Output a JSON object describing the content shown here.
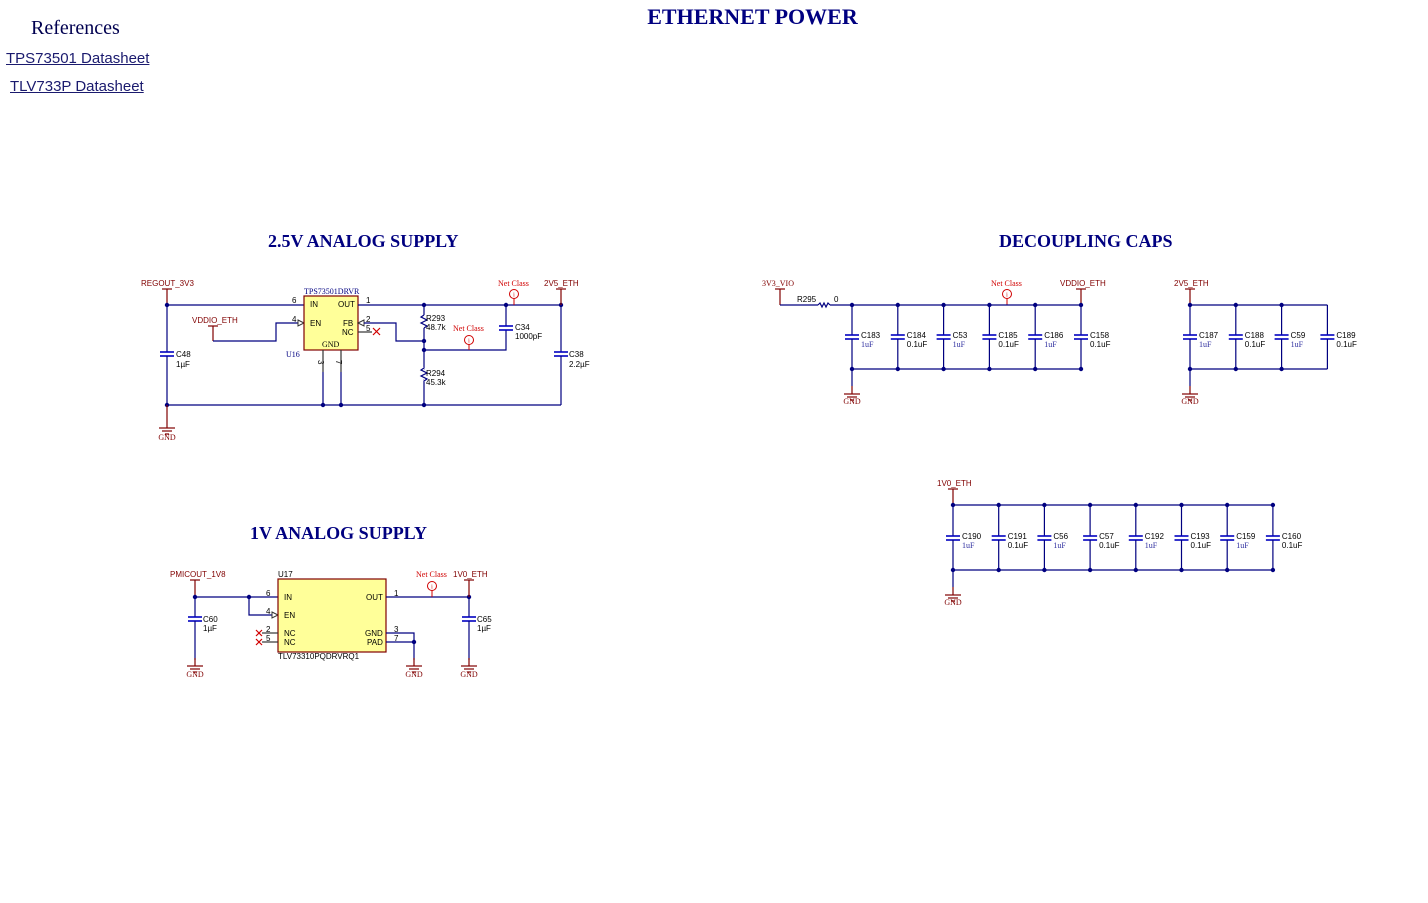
{
  "page_title": "ETHERNET POWER",
  "references": {
    "title": "References",
    "links": [
      "TPS73501 Datasheet",
      "TLV733P Datasheet"
    ]
  },
  "sections": {
    "analog_2v5": "2.5V ANALOG SUPPLY",
    "analog_1v": "1V ANALOG SUPPLY",
    "decoupling": "DECOUPLING CAPS"
  },
  "common": {
    "gnd": "GND",
    "net_class": "Net Class",
    "net_class_icon": "info-circle-icon"
  },
  "supply_2v5": {
    "input_net": "REGOUT_3V3",
    "enable_net": "VDDIO_ETH",
    "output_net": "2V5_ETH",
    "ic": {
      "part": "TPS73501DRVR",
      "ref": "U16",
      "pins": {
        "in": "IN",
        "out": "OUT",
        "en": "EN",
        "fb": "FB",
        "nc": "NC",
        "gnd": "GND"
      },
      "pin_numbers": {
        "in": "6",
        "out": "1",
        "en": "4",
        "fb": "2",
        "nc": "5",
        "gnd_a": "3",
        "gnd_b": "7"
      }
    },
    "c48": {
      "ref": "C48",
      "value": "1µF"
    },
    "r293": {
      "ref": "R293",
      "value": "48.7k"
    },
    "r294": {
      "ref": "R294",
      "value": "45.3k"
    },
    "c34": {
      "ref": "C34",
      "value": "1000pF"
    },
    "c38": {
      "ref": "C38",
      "value": "2.2µF"
    }
  },
  "supply_1v": {
    "input_net": "PMICOUT_1V8",
    "output_net": "1V0_ETH",
    "ic": {
      "part": "TLV73310PQDRVRQ1",
      "ref": "U17",
      "pins": {
        "in": "IN",
        "en": "EN",
        "nc1": "NC",
        "nc2": "NC",
        "out": "OUT",
        "gnd": "GND",
        "pad": "PAD"
      },
      "pin_numbers": {
        "in": "6",
        "en": "4",
        "nc1": "2",
        "nc2": "5",
        "out": "1",
        "gnd": "3",
        "pad": "7"
      }
    },
    "c60": {
      "ref": "C60",
      "value": "1µF"
    },
    "c65": {
      "ref": "C65",
      "value": "1µF"
    }
  },
  "decoupling_vddio": {
    "input_net": "3V3_VIO",
    "output_net": "VDDIO_ETH",
    "resistor": {
      "ref": "R295",
      "value": "0"
    },
    "caps": [
      {
        "ref": "C183",
        "value": "1uF"
      },
      {
        "ref": "C184",
        "value": "0.1uF"
      },
      {
        "ref": "C53",
        "value": "1uF"
      },
      {
        "ref": "C185",
        "value": "0.1uF"
      },
      {
        "ref": "C186",
        "value": "1uF"
      },
      {
        "ref": "C158",
        "value": "0.1uF"
      }
    ]
  },
  "decoupling_2v5": {
    "net": "2V5_ETH",
    "caps": [
      {
        "ref": "C187",
        "value": "1uF"
      },
      {
        "ref": "C188",
        "value": "0.1uF"
      },
      {
        "ref": "C59",
        "value": "1uF"
      },
      {
        "ref": "C189",
        "value": "0.1uF"
      }
    ]
  },
  "decoupling_1v0": {
    "net": "1V0_ETH",
    "caps": [
      {
        "ref": "C190",
        "value": "1uF"
      },
      {
        "ref": "C191",
        "value": "0.1uF"
      },
      {
        "ref": "C56",
        "value": "1uF"
      },
      {
        "ref": "C57",
        "value": "0.1uF"
      },
      {
        "ref": "C192",
        "value": "1uF"
      },
      {
        "ref": "C193",
        "value": "0.1uF"
      },
      {
        "ref": "C159",
        "value": "1uF"
      },
      {
        "ref": "C160",
        "value": "0.1uF"
      }
    ]
  }
}
